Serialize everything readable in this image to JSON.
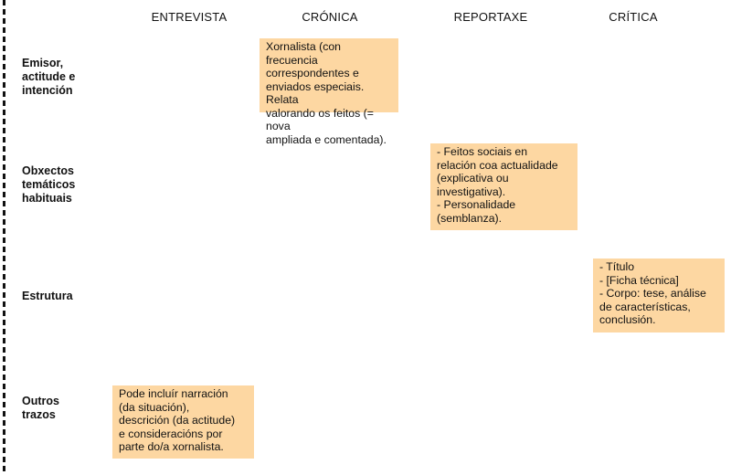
{
  "columns": [
    "ENTREVISTA",
    "CRÓNICA",
    "REPORTAXE",
    "CRÍTICA"
  ],
  "rows": [
    "Emisor,\nactitude e\nintención",
    "Obxectos\ntemáticos\nhabituais",
    "Estrutura",
    "Outros\ntrazos"
  ],
  "cells": {
    "cronica_emisor": "Xornalista (con frecuencia\ncorrespondentes e\nenviados especiais. Relata\nvalorando os feitos (= nova\nampliada e comentada).",
    "reportaxe_obxectos": "- Feitos sociais en\nrelación coa actualidade\n(explicativa ou\ninvestigativa).\n- Personalidade\n(semblanza).",
    "critica_estrutura": "- Título\n- [Ficha técnica]\n- Corpo: tese, análise\nde características,\nconclusión.",
    "entrevista_outros": "Pode incluír narración\n(da situación),\ndescrición (da actitude)\ne consideracións por\nparte do/a xornalista."
  },
  "colors": {
    "box": "#fdd7a2"
  }
}
